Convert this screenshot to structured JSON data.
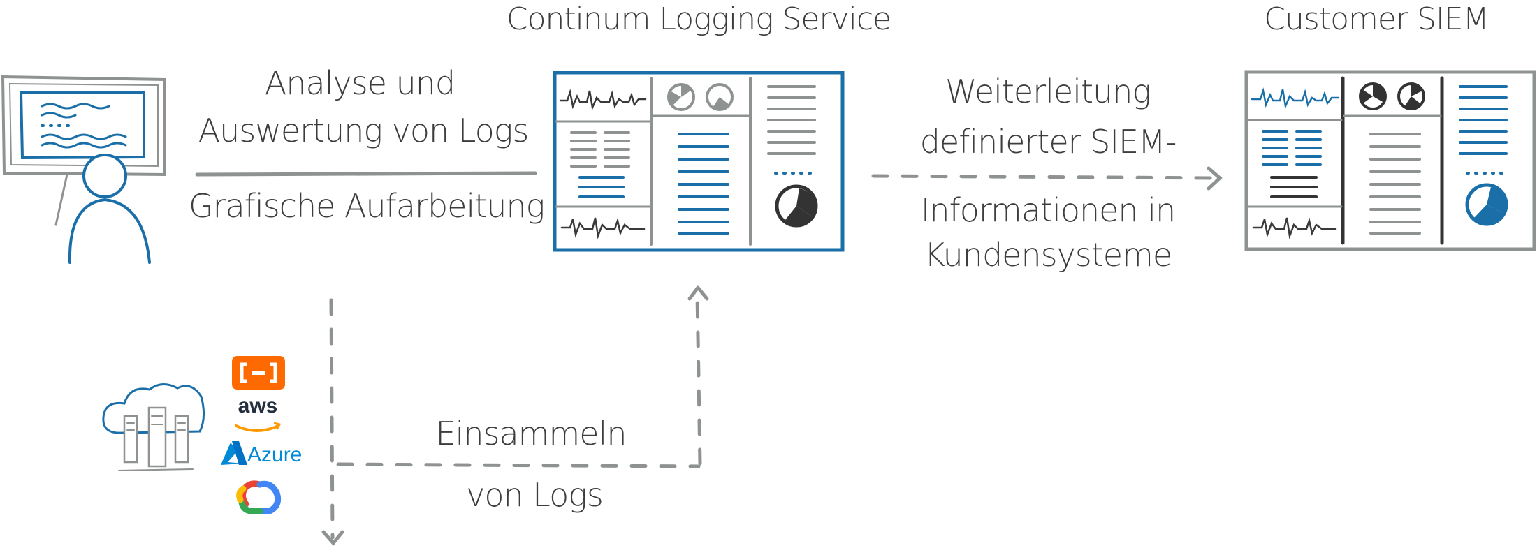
{
  "colors": {
    "accent": "#1a6fa8",
    "gray": "#8e9391",
    "dark": "#333333",
    "alibaba": "#ff6a00",
    "aws_smile": "#ff9900",
    "azure": "#0089d6"
  },
  "titles": {
    "logging_service": "Continum Logging Service",
    "customer_siem": "Customer SIEM"
  },
  "labels": {
    "analyse_line1": "Analyse und",
    "analyse_line2": "Auswertung von Logs",
    "grafische": "Grafische Aufarbeitung",
    "weiter_line1": "Weiterleitung",
    "weiter_line2": "definierter SIEM-",
    "weiter_line3": "Informationen in",
    "weiter_line4": "Kundensysteme",
    "einsammeln_line1": "Einsammeln",
    "einsammeln_line2": "von Logs"
  },
  "brands": {
    "aws": "aws",
    "azure": "Azure"
  },
  "icons": [
    "user-at-monitor-icon",
    "cloud-servers-icon",
    "alibaba-cloud-logo",
    "aws-logo",
    "azure-logo",
    "google-cloud-logo"
  ]
}
